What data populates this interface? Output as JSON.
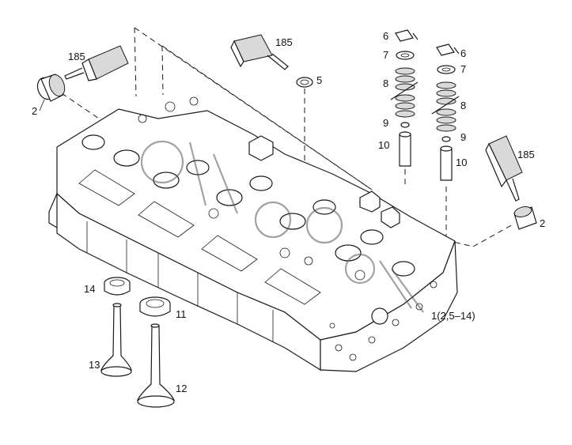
{
  "diagram": {
    "type": "exploded parts diagram",
    "colors": {
      "line": "#1a1a1a",
      "background": "#ffffff",
      "shade": "#d9d9d9"
    },
    "callouts": {
      "c185_left": "185",
      "c2_left": "2",
      "c185_top": "185",
      "c5": "5",
      "c6_left": "6",
      "c7_left": "7",
      "c8_left": "8",
      "c9_left": "9",
      "c10_left": "10",
      "c6_right": "6",
      "c7_right": "7",
      "c8_right": "8",
      "c9_right": "9",
      "c10_right": "10",
      "c185_right": "185",
      "c2_right": "2",
      "c1_assembly": "1(2,5–14)",
      "c14": "14",
      "c11": "11",
      "c13": "13",
      "c12": "12"
    }
  }
}
